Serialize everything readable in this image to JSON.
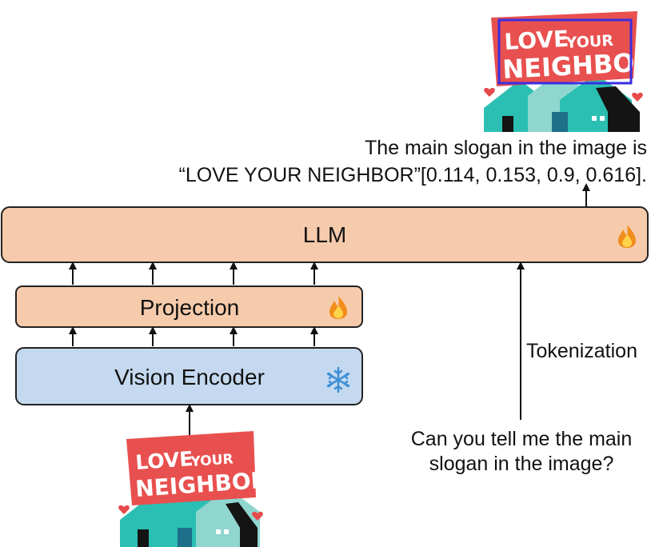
{
  "output_text": {
    "line1": "The main slogan in the image is",
    "line2": "“LOVE YOUR NEIGHBOR”[0.114, 0.153, 0.9, 0.616]."
  },
  "blocks": {
    "llm": "LLM",
    "projection": "Projection",
    "vision_encoder": "Vision Encoder"
  },
  "tokenization_label": "Tokenization",
  "question": {
    "line1": "Can you tell me the main",
    "line2": "slogan in the image?"
  },
  "sign": {
    "word1": "LOVE",
    "word2": "YOUR",
    "word3": "NEIGHBOR"
  },
  "icons": {
    "trainable": "fire-icon",
    "frozen": "snowflake-icon"
  },
  "colors": {
    "llm_fill": "#f6cbab",
    "projection_fill": "#f6cbab",
    "encoder_fill": "#c4d9ef",
    "sign_red": "#e8504f",
    "bbox_blue": "#3a2ee0",
    "house_teal": "#2bbfb4",
    "house_light": "#8fd6cf",
    "house_dark": "#141414",
    "heart_red": "#e84b4b"
  }
}
